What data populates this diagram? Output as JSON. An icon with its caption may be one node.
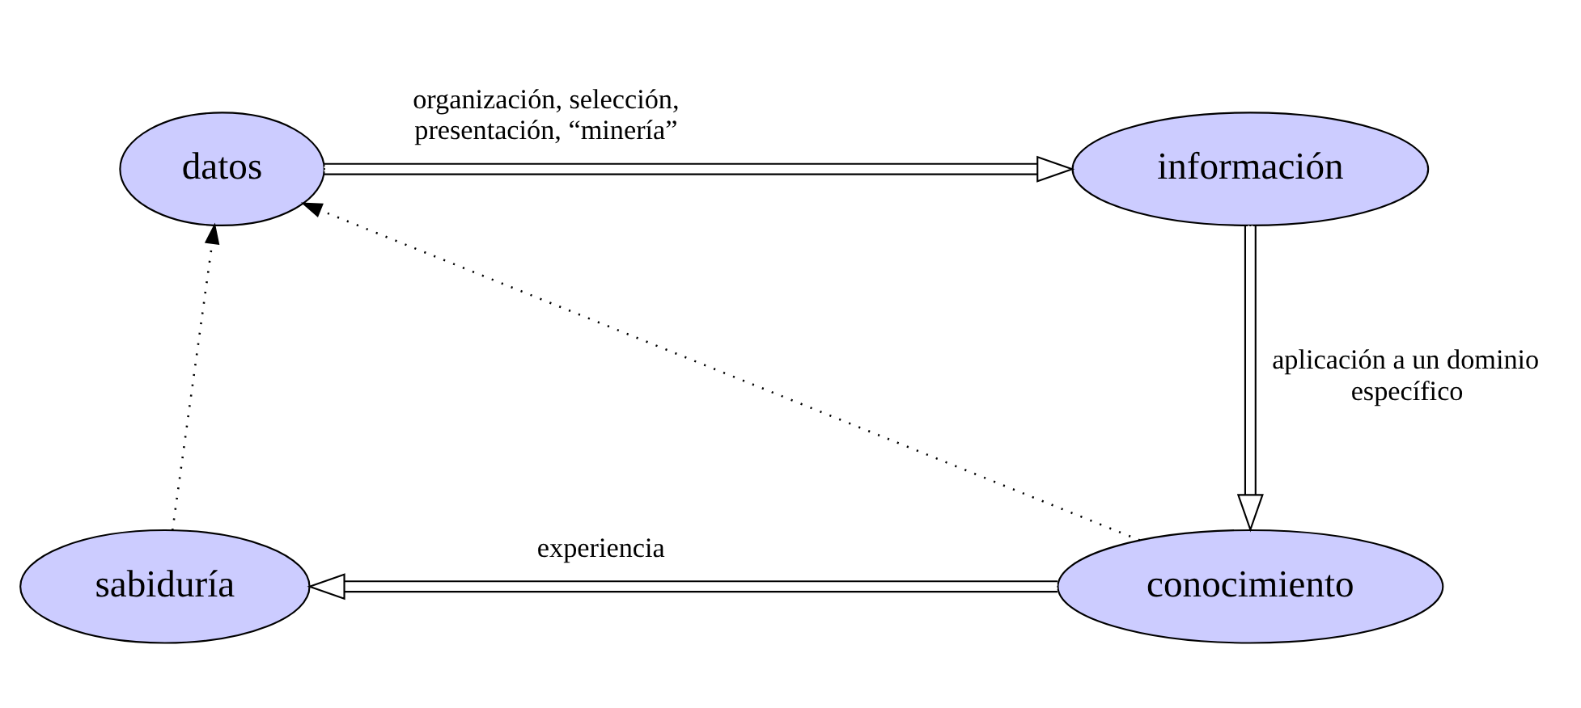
{
  "diagram": {
    "nodes": [
      {
        "text": [
          "datos"
        ]
      },
      {
        "text": [
          "información"
        ]
      },
      {
        "text": [
          "sabiduría"
        ]
      },
      {
        "text": [
          "conocimiento"
        ]
      }
    ],
    "edges": [
      {
        "from": 0,
        "to": 1,
        "arrow": "to",
        "label": "organización, selección, presentación, “minería”"
      },
      {
        "from": 1,
        "to": 3,
        "arrow": "to",
        "label": "aplicación a un dominio específico"
      },
      {
        "from": 3,
        "to": 2,
        "arrow": "to",
        "label": "experiencia"
      },
      {
        "from": 2,
        "to": 0,
        "arrow": "to",
        "style": "dashed"
      },
      {
        "from": 3,
        "to": 0,
        "arrow": "to",
        "style": "dashed"
      }
    ]
  }
}
